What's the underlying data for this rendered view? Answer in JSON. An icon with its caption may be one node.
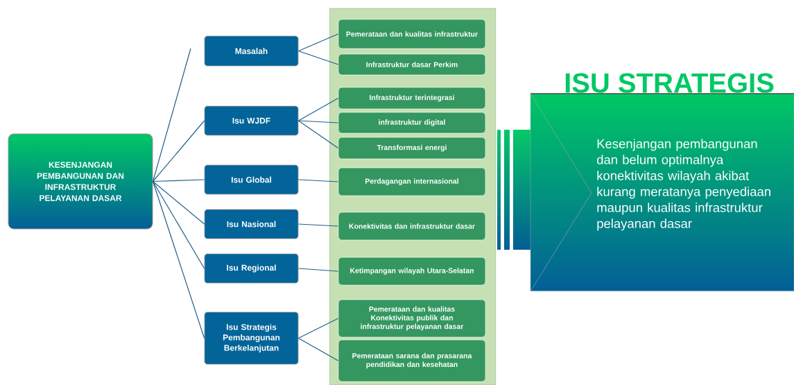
{
  "diagram": {
    "nodes": [
      {
        "text": [
          "KESENJANGAN PEMBANGUNAN DAN INFRASTRUKTUR PELAYANAN DASAR"
        ]
      },
      {
        "text": [
          "Masalah"
        ]
      },
      {
        "text": [
          "Isu WJDF"
        ]
      },
      {
        "text": [
          "Isu Global"
        ]
      },
      {
        "text": [
          "Isu Nasional"
        ]
      },
      {
        "text": [
          "Isu Regional"
        ]
      },
      {
        "text": [
          "Isu Strategis Pembangunan Berkelanjutan"
        ]
      },
      {
        "text": [],
        "shape": "box"
      },
      {
        "text": [
          "Pemerataan dan kualitas infrastruktur"
        ],
        "in": 7
      },
      {
        "text": [
          "Infrastruktur dasar Perkim"
        ],
        "in": 7
      },
      {
        "text": [
          "Infrastruktur terintegrasi"
        ],
        "in": 7
      },
      {
        "text": [
          "infrastruktur digital"
        ],
        "in": 7
      },
      {
        "text": [
          "Transformasi energi"
        ],
        "in": 7
      },
      {
        "text": [
          "Perdagangan internasional"
        ],
        "in": 7
      },
      {
        "text": [
          "Konektivitas dan infrastruktur dasar"
        ],
        "in": 7
      },
      {
        "text": [
          "Ketimpangan wilayah Utara-Selatan"
        ],
        "in": 7
      },
      {
        "text": [
          "Pemerataan dan kualitas Konektivitas publik dan infrastruktur pelayanan dasar"
        ],
        "in": 7
      },
      {
        "text": [
          "Pemerataan sarana dan prasarana pendidikan dan kesehatan"
        ],
        "in": 7
      },
      {
        "text": [
          "ISU STRATEGIS",
          "Kesenjangan pembangunan dan belum optimalnya konektivitas wilayah akibat kurang meratanya penyediaan maupun kualitas infrastruktur pelayanan dasar"
        ]
      }
    ],
    "edges": [
      {
        "from": 0,
        "to": null,
        "arrow": "none"
      },
      {
        "from": 0,
        "to": 2,
        "arrow": "none"
      },
      {
        "from": 0,
        "to": 3,
        "arrow": "none"
      },
      {
        "from": 0,
        "to": 4,
        "arrow": "none"
      },
      {
        "from": 0,
        "to": 5,
        "arrow": "none"
      },
      {
        "from": 0,
        "to": 6,
        "arrow": "none"
      },
      {
        "from": 1,
        "to": 8,
        "arrow": "none"
      },
      {
        "from": 1,
        "to": 9,
        "arrow": "none"
      },
      {
        "from": 2,
        "to": 10,
        "arrow": "none"
      },
      {
        "from": 2,
        "to": 11,
        "arrow": "none"
      },
      {
        "from": 2,
        "to": 12,
        "arrow": "none"
      },
      {
        "from": 3,
        "to": 13,
        "arrow": "none"
      },
      {
        "from": 4,
        "to": 14,
        "arrow": "none"
      },
      {
        "from": 5,
        "to": 15,
        "arrow": "none"
      },
      {
        "from": 6,
        "to": 16,
        "arrow": "none"
      },
      {
        "from": 6,
        "to": 17,
        "arrow": "none"
      }
    ]
  }
}
